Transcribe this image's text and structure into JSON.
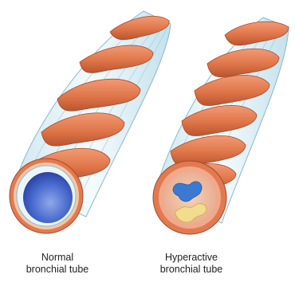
{
  "figure": {
    "left_tube": {
      "caption_line1": "Normal",
      "caption_line2": "bronchial tube"
    },
    "right_tube": {
      "caption_line1": "Hyperactive",
      "caption_line2": "bronchial tube"
    }
  },
  "colors": {
    "tube_wall": "#dff1f6",
    "tube_stripe": "#a8d2e0",
    "muscle_band": "#e07a52",
    "muscle_band_dark": "#b8542f",
    "lumen_blue": "#3d5fc4",
    "mucus_yellow": "#f2dc8e",
    "constricted_lumen": "#3b7ad0"
  },
  "icons": [
    "bronchial-tube-illustration"
  ]
}
